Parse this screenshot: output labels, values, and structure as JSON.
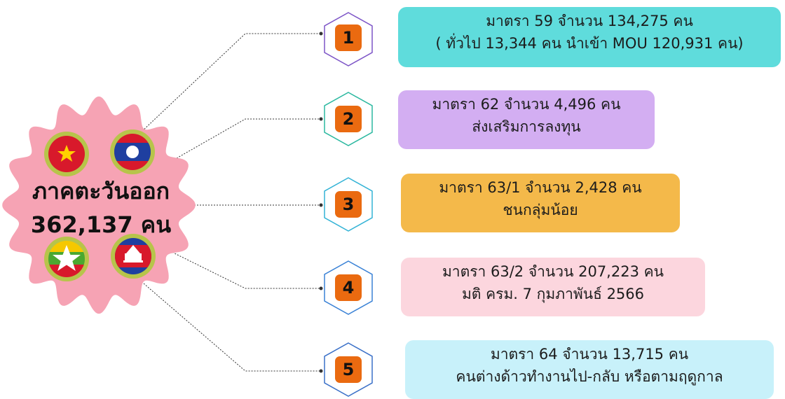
{
  "center": {
    "title": "ภาคตะวันออก",
    "total": "362,137 คน",
    "flags": [
      "vietnam-flag-icon",
      "laos-flag-icon",
      "myanmar-flag-icon",
      "cambodia-flag-icon"
    ],
    "color": "#f6a3b4"
  },
  "items": [
    {
      "number": "1",
      "line1": "มาตรา 59  จำนวน 134,275 คน",
      "line2": "( ทั่วไป 13,344 คน นำเข้า MOU 120,931 คน)",
      "box_color": "#5fdcdc",
      "hex_color": "#7d55c7"
    },
    {
      "number": "2",
      "line1": "มาตรา 62  จำนวน 4,496 คน",
      "line2": "ส่งเสริมการลงทุน",
      "box_color": "#d3aef2",
      "hex_color": "#2bb8a0"
    },
    {
      "number": "3",
      "line1": "มาตรา 63/1  จำนวน 2,428 คน",
      "line2": "ชนกลุ่มน้อย",
      "box_color": "#f4b94a",
      "hex_color": "#33b3d6"
    },
    {
      "number": "4",
      "line1": "มาตรา 63/2  จำนวน 207,223 คน",
      "line2": "มติ ครม. 7 กุมภาพันธ์ 2566",
      "box_color": "#fcd6de",
      "hex_color": "#3a82d6"
    },
    {
      "number": "5",
      "line1": "มาตรา 64  จำนวน 13,715 คน",
      "line2": "คนต่างด้าวทำงานไป-กลับ หรือตามฤดูกาล",
      "box_color": "#c8f1fa",
      "hex_color": "#3a70c8"
    }
  ]
}
